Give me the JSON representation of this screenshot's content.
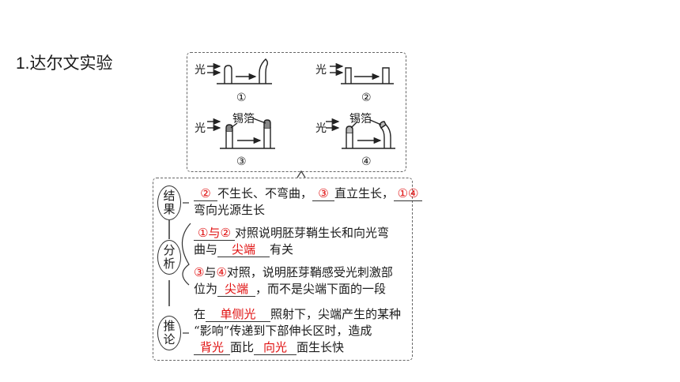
{
  "title": "1.达尔文实验",
  "figure": {
    "light_label": "光",
    "foil_label": "锡箔",
    "numbers": [
      "①",
      "②",
      "③",
      "④"
    ]
  },
  "result": {
    "label": [
      "结",
      "果"
    ],
    "a1": "②",
    "t1": "不生长、不弯曲，",
    "a2": "③",
    "t2": "直立生长，",
    "a3": "①④",
    "t3": "弯向光源生长"
  },
  "analysis": {
    "label": [
      "分",
      "析"
    ],
    "a1": "①与②",
    "t1": "对照说明胚芽鞘生长和向光弯",
    "t2": "曲与",
    "a2": "尖端",
    "t3": "有关",
    "a3": "③",
    "t4": "与",
    "a4": "④",
    "t5": "对照，说明胚芽鞘感受光刺激部",
    "t6": "位为",
    "a5": "尖端",
    "t7": "，而不是尖端下面的一段"
  },
  "inference": {
    "label": [
      "推",
      "论"
    ],
    "t1": "在",
    "a1": "单侧光",
    "t2": "照射下，尖端产生的某种",
    "t3": "“影响”传递到下部伸长区时，造成",
    "a2": "背光",
    "t4": "面比",
    "a3": "向光",
    "t5": "面生长快"
  }
}
